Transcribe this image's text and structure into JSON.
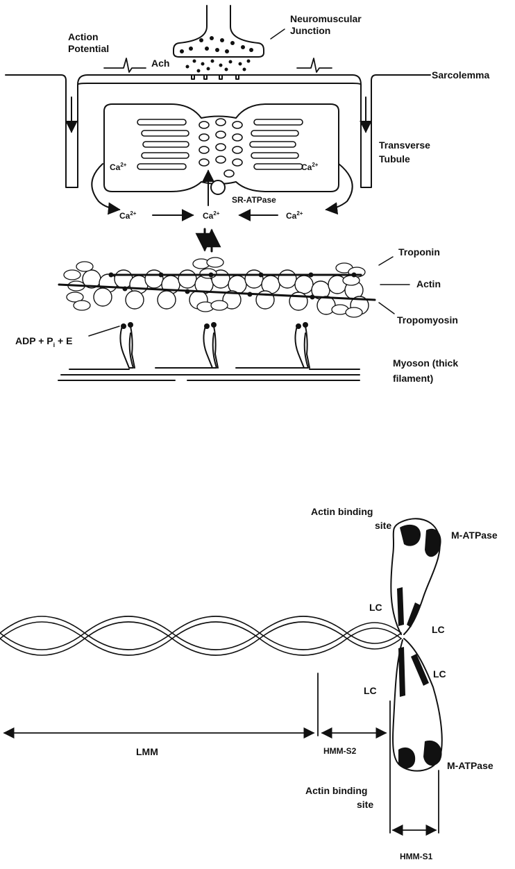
{
  "top_diagram": {
    "labels": {
      "neuromuscular_junction": [
        "Neuromuscular",
        "Junction"
      ],
      "action_potential": [
        "Action",
        "Potential"
      ],
      "ach": "Ach",
      "sarcolemma": "Sarcolemma",
      "transverse_tubule": [
        "Transverse",
        "Tubule"
      ],
      "ca_left": "Ca",
      "ca_right": "Ca",
      "ca_bottom_left": "Ca",
      "ca_bottom_center": "Ca",
      "ca_bottom_right": "Ca",
      "ca_charge": "2+",
      "sr_atpase": "SR-ATPase",
      "troponin": "Troponin",
      "actin": "Actin",
      "tropomyosin": "Tropomyosin",
      "adp": "ADP + P",
      "adp_sub": "i",
      "adp_tail": " + E",
      "myosin": [
        "Myoson (thick",
        "filament)"
      ]
    }
  },
  "bottom_diagram": {
    "labels": {
      "actin_binding_site_top": [
        "Actin binding",
        "site"
      ],
      "m_atpase_top": "M-ATPase",
      "lc_left_top": "LC",
      "lc_right_top": "LC",
      "lc_right_bottom": "LC",
      "lc_left_bottom": "LC",
      "lmm": "LMM",
      "hmm_s2": "HMM-S2",
      "m_atpase_bottom": "M-ATPase",
      "actin_binding_site_bottom": [
        "Actin binding",
        "site"
      ],
      "hmm_s1": "HMM-S1"
    }
  }
}
